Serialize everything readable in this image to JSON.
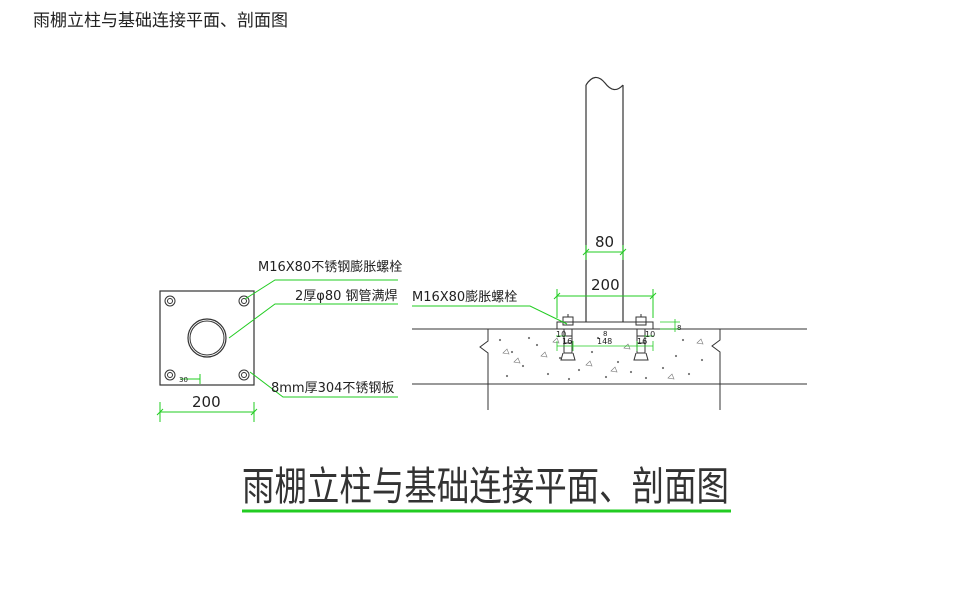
{
  "page": {
    "heading": "雨棚立柱与基础连接平面、剖面图"
  },
  "drawing": {
    "title": "雨棚立柱与基础连接平面、剖面图",
    "plan": {
      "label_bolt": "M16X80不锈钢膨胀螺栓",
      "label_pipe": "2厚φ80 钢管满焊",
      "label_plate": "8mm厚304不锈钢板",
      "dim_width": "200",
      "dim_edge": "30"
    },
    "section": {
      "label_bolt": "M16X80膨胀螺栓",
      "dim_pipe": "80",
      "dim_plate": "200",
      "dim_left_edge": "16",
      "dim_center": "148",
      "dim_right_edge": "16",
      "dim_left_small": "10",
      "dim_right_small": "10",
      "dim_thickness": "8",
      "dim_mid": "8"
    },
    "colors": {
      "line": "#333333",
      "dimension": "#22cc22",
      "leader": "#22cc22",
      "title_underline": "#22cc22"
    }
  }
}
